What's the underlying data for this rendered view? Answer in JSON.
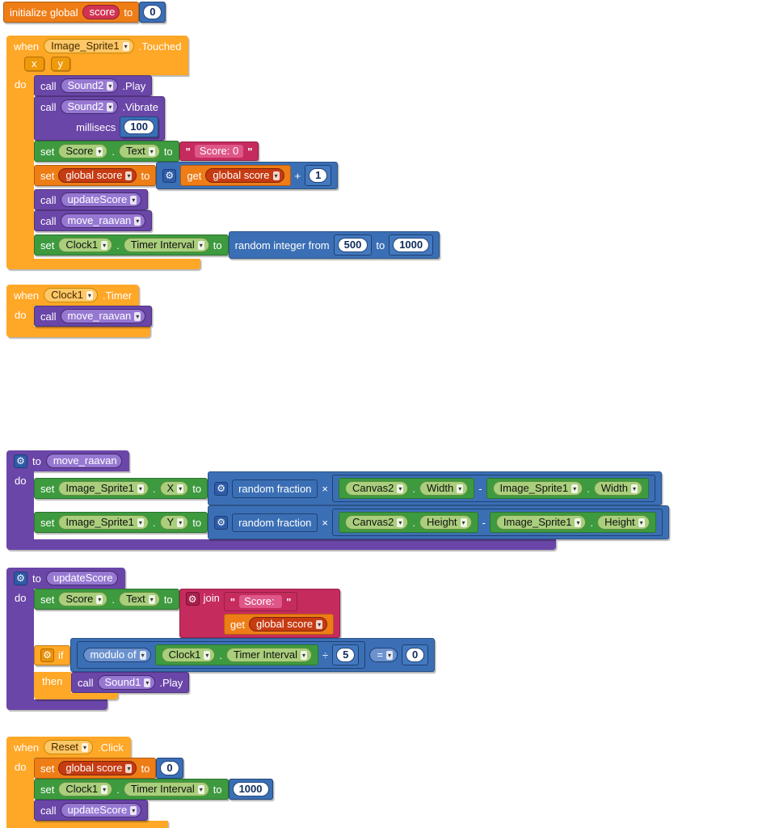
{
  "palette": {
    "event_orange": "#FFA726",
    "variable_orange": "#EE7D16",
    "variable_field_red": "#C63B12",
    "procedure_purple": "#6A46A8",
    "component_setter_green": "#3D9A3F",
    "math_blue": "#3B6FB5",
    "text_magenta": "#C62B5E"
  },
  "icons": {
    "gear": "⚙",
    "dropdown": "▾"
  },
  "labels": {
    "initialize_global": "initialize global",
    "when": "when",
    "do": "do",
    "set": "set",
    "get": "get",
    "call": "call",
    "to": "to",
    "if": "if",
    "then": "then",
    "join": "join",
    "millisecs": "millisecs",
    "random_integer_from": "random integer from",
    "random_fraction": "random fraction",
    "modulo_of": "modulo of",
    "dot": ".",
    "quote": "\"",
    "plus": "+",
    "minus": "-",
    "times": "×",
    "divide": "÷",
    "equals": "="
  },
  "init_global_score": {
    "var_name": "score",
    "value": "0"
  },
  "when_sprite_touched": {
    "component": "Image_Sprite1",
    "event": ".Touched",
    "param_x": "x",
    "param_y": "y",
    "call_play": {
      "component": "Sound2",
      "method": ".Play"
    },
    "call_vibrate": {
      "component": "Sound2",
      "method": ".Vibrate",
      "arg_value": "100"
    },
    "set_score_text": {
      "component": "Score",
      "property": "Text",
      "value": "Score: 0"
    },
    "set_global_score": {
      "var": "global score",
      "get_var": "global score",
      "addend": "1"
    },
    "call_update_score": {
      "proc": "updateScore"
    },
    "call_move_raavan": {
      "proc": "move_raavan"
    },
    "set_timer_interval": {
      "component": "Clock1",
      "property": "Timer Interval",
      "from": "500",
      "to": "1000"
    }
  },
  "when_clock_timer": {
    "component": "Clock1",
    "event": ".Timer",
    "call_move_raavan": {
      "proc": "move_raavan"
    }
  },
  "proc_move_raavan": {
    "name": "move_raavan",
    "set_x": {
      "component": "Image_Sprite1",
      "property": "X",
      "minuend_component": "Canvas2",
      "minuend_property": "Width",
      "subtrahend_component": "Image_Sprite1",
      "subtrahend_property": "Width"
    },
    "set_y": {
      "component": "Image_Sprite1",
      "property": "Y",
      "minuend_component": "Canvas2",
      "minuend_property": "Height",
      "subtrahend_component": "Image_Sprite1",
      "subtrahend_property": "Height"
    }
  },
  "proc_update_score": {
    "name": "updateScore",
    "set_score_text": {
      "component": "Score",
      "property": "Text",
      "join_text": "Score: ",
      "get_var": "global score"
    },
    "if_condition": {
      "mod_component": "Clock1",
      "mod_property": "Timer Interval",
      "divisor": "5",
      "compare_value": "0"
    },
    "then_call_play": {
      "component": "Sound1",
      "method": ".Play"
    }
  },
  "when_reset_click": {
    "component": "Reset",
    "event": ".Click",
    "set_global_score": {
      "var": "global score",
      "value": "0"
    },
    "set_timer_interval": {
      "component": "Clock1",
      "property": "Timer Interval",
      "value": "1000"
    },
    "call_update_score": {
      "proc": "updateScore"
    }
  }
}
